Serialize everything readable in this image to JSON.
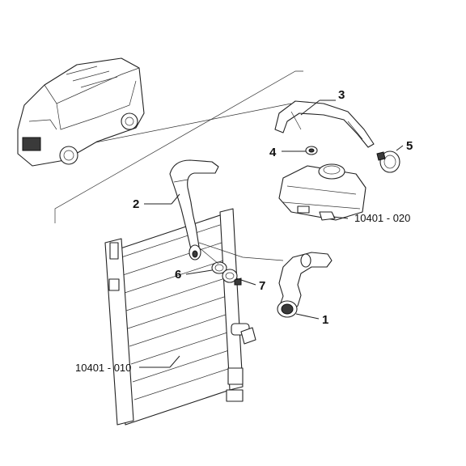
{
  "callouts": {
    "c1": "1",
    "c2": "2",
    "c3": "3",
    "c4": "4",
    "c5": "5",
    "c6": "6",
    "c7": "7"
  },
  "references": {
    "radiator": "10401 - 010",
    "expansion_tank": "10401 - 020"
  }
}
